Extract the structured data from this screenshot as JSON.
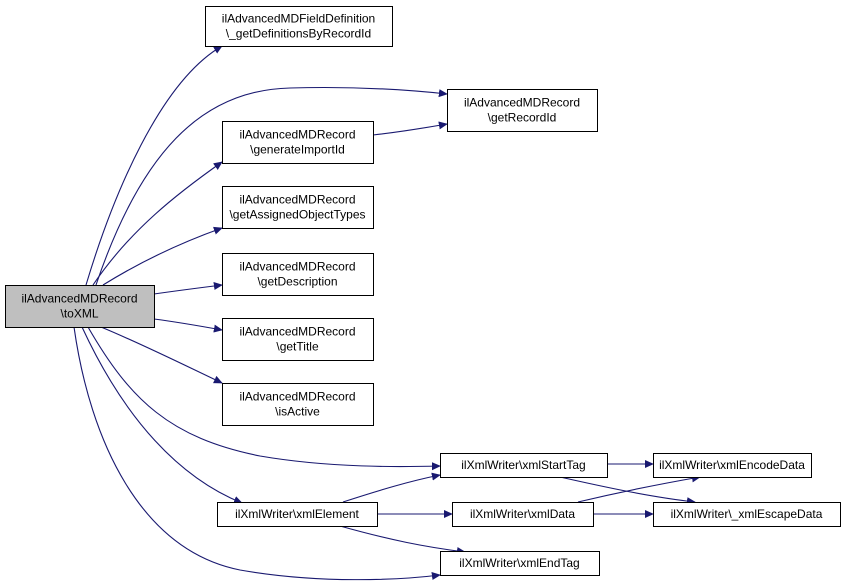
{
  "colors": {
    "edge": "#191970",
    "root_fill": "#bfbfbf",
    "node_fill": "#ffffff",
    "border": "#000000"
  },
  "root": {
    "id": "toxml",
    "lines": [
      "ilAdvancedMDRecord",
      "\\toXML"
    ]
  },
  "nodes": [
    {
      "id": "getdefs",
      "lines": [
        "ilAdvancedMDFieldDefinition",
        "\\_getDefinitionsByRecordId"
      ]
    },
    {
      "id": "getrecordid",
      "lines": [
        "ilAdvancedMDRecord",
        "\\getRecordId"
      ]
    },
    {
      "id": "genimport",
      "lines": [
        "ilAdvancedMDRecord",
        "\\generateImportId"
      ]
    },
    {
      "id": "getassigned",
      "lines": [
        "ilAdvancedMDRecord",
        "\\getAssignedObjectTypes"
      ]
    },
    {
      "id": "getdesc",
      "lines": [
        "ilAdvancedMDRecord",
        "\\getDescription"
      ]
    },
    {
      "id": "gettitle",
      "lines": [
        "ilAdvancedMDRecord",
        "\\getTitle"
      ]
    },
    {
      "id": "isactive",
      "lines": [
        "ilAdvancedMDRecord",
        "\\isActive"
      ]
    },
    {
      "id": "starttag",
      "lines": [
        "ilXmlWriter\\xmlStartTag"
      ]
    },
    {
      "id": "element",
      "lines": [
        "ilXmlWriter\\xmlElement"
      ]
    },
    {
      "id": "xmldata",
      "lines": [
        "ilXmlWriter\\xmlData"
      ]
    },
    {
      "id": "endtag",
      "lines": [
        "ilXmlWriter\\xmlEndTag"
      ]
    },
    {
      "id": "encode",
      "lines": [
        "ilXmlWriter\\xmlEncodeData"
      ]
    },
    {
      "id": "escape",
      "lines": [
        "ilXmlWriter\\_xmlEscapeData"
      ]
    }
  ],
  "edges": [
    {
      "from": "toxml",
      "to": "getdefs"
    },
    {
      "from": "toxml",
      "to": "getrecordid"
    },
    {
      "from": "toxml",
      "to": "genimport"
    },
    {
      "from": "toxml",
      "to": "getassigned"
    },
    {
      "from": "toxml",
      "to": "getdesc"
    },
    {
      "from": "toxml",
      "to": "gettitle"
    },
    {
      "from": "toxml",
      "to": "isactive"
    },
    {
      "from": "toxml",
      "to": "starttag"
    },
    {
      "from": "toxml",
      "to": "element"
    },
    {
      "from": "toxml",
      "to": "endtag"
    },
    {
      "from": "genimport",
      "to": "getrecordid"
    },
    {
      "from": "starttag",
      "to": "encode"
    },
    {
      "from": "starttag",
      "to": "escape"
    },
    {
      "from": "element",
      "to": "starttag"
    },
    {
      "from": "element",
      "to": "xmldata"
    },
    {
      "from": "element",
      "to": "endtag"
    },
    {
      "from": "xmldata",
      "to": "encode"
    },
    {
      "from": "xmldata",
      "to": "escape"
    }
  ]
}
